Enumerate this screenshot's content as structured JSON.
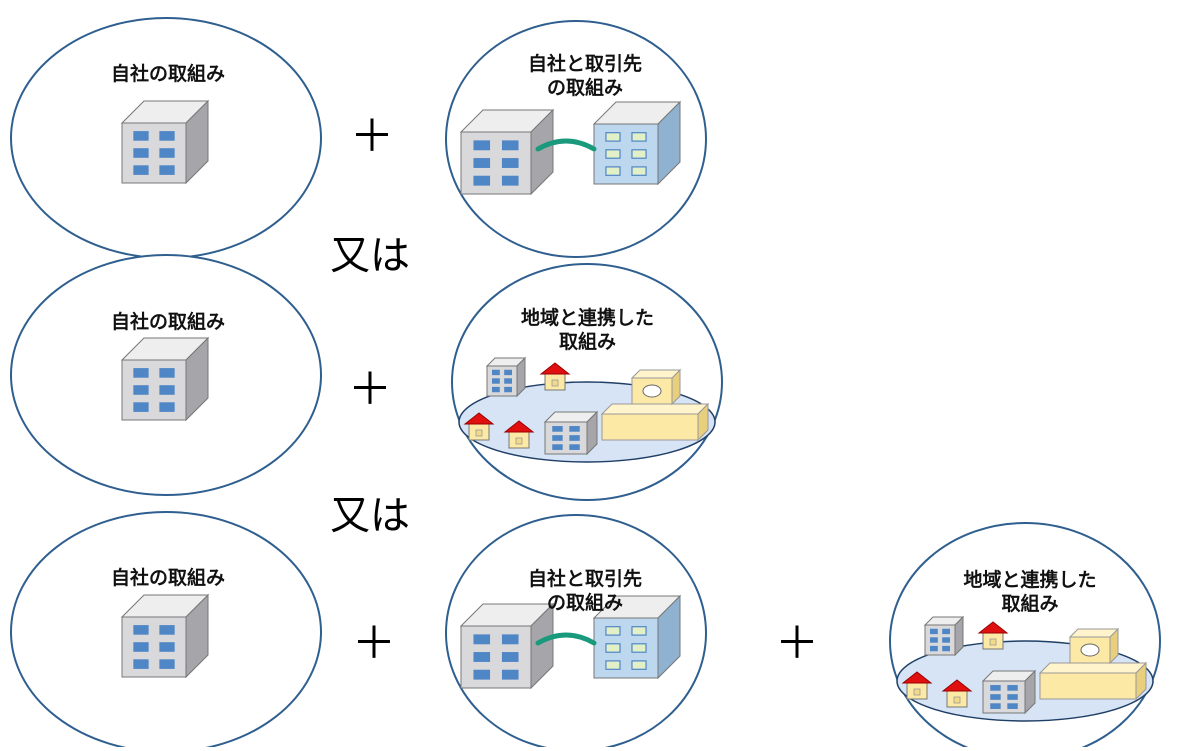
{
  "rows": [
    {
      "panels": [
        {
          "label": "自社の取組み",
          "kind": "own"
        },
        {
          "label": "自社と取引先\nの取組み",
          "kind": "partner"
        }
      ]
    },
    {
      "panels": [
        {
          "label": "自社の取組み",
          "kind": "own"
        },
        {
          "label": "地域と連携した\n取組み",
          "kind": "region"
        }
      ]
    },
    {
      "panels": [
        {
          "label": "自社の取組み",
          "kind": "own"
        },
        {
          "label": "自社と取引先\nの取組み",
          "kind": "partner"
        },
        {
          "label": "地域と連携した\n取組み",
          "kind": "region"
        }
      ]
    }
  ],
  "operator": "＋",
  "separator": "又は",
  "colors": {
    "ellipse_stroke": "#2f5f8f",
    "building_face": "#d9d9dc",
    "building_side": "#a6a6aa",
    "partner_face": "#bcd7ee",
    "partner_side": "#8fb2d0",
    "window_blue": "#4f86c6",
    "window_light": "#e2f0c8",
    "link": "#1a9a7c",
    "ground": "#d6e4f5",
    "house_roof": "#e01010",
    "house_wall": "#fde9a6",
    "factory": "#fde9a6"
  }
}
